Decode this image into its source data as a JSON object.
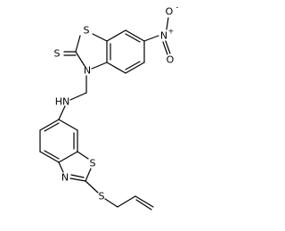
{
  "labels": {
    "nitro_o_top": "O",
    "nitro_o_top_charge": "-",
    "nitro_n": "N",
    "nitro_n_charge": "+",
    "nitro_o_bottom": "O",
    "thione_s": "S",
    "ring1_s": "S",
    "ring1_n": "N",
    "amine_nh": "HN",
    "ring2_s": "S",
    "ring2_n": "N",
    "thioether_s": "S"
  },
  "colors": {
    "bond": "#000000",
    "text": "#000000",
    "background": "#ffffff"
  }
}
